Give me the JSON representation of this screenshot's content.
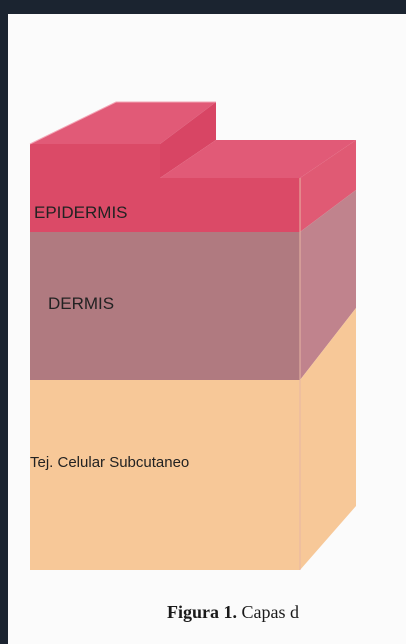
{
  "diagram": {
    "layers": [
      {
        "id": "epidermis",
        "label": "EPIDERMIS",
        "front_color": "#db4a67",
        "side_color": "#e05a74",
        "top_color": "#e15a77"
      },
      {
        "id": "dermis",
        "label": "DERMIS",
        "front_color": "#b07a80",
        "side_color": "#c0838d"
      },
      {
        "id": "subcutaneous",
        "label": "Tej. Celular Subcutaneo",
        "front_color": "#f7c898",
        "side_color": "#f7c898"
      }
    ],
    "outline_color": "#e3b9c0"
  },
  "caption": {
    "figure_label": "Figura 1.",
    "text": " Capas d"
  }
}
